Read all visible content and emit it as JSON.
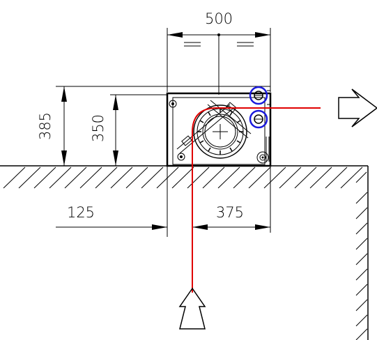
{
  "dimensions": {
    "width_top": "500",
    "height_outer": "385",
    "height_inner": "350",
    "offset_left": "125",
    "width_right": "375"
  },
  "colors": {
    "pipe": "#e00000",
    "connector": "#1a1adc",
    "line": "#000000"
  },
  "icons": {
    "flow_outlet": "arrow-right-outline-icon",
    "flow_inlet": "arrow-up-outline-icon"
  }
}
